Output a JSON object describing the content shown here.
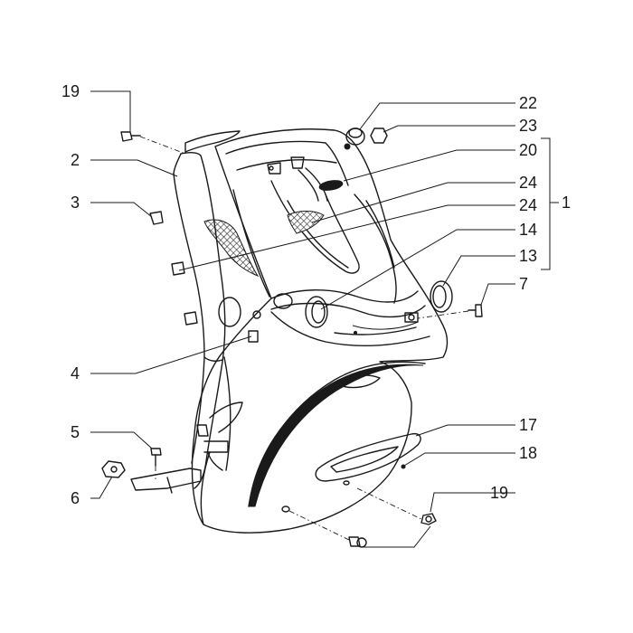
{
  "callouts": [
    {
      "id": "c19a",
      "label": "19"
    },
    {
      "id": "c2",
      "label": "2"
    },
    {
      "id": "c3",
      "label": "3"
    },
    {
      "id": "c4",
      "label": "4"
    },
    {
      "id": "c5",
      "label": "5"
    },
    {
      "id": "c6",
      "label": "6"
    },
    {
      "id": "c22",
      "label": "22"
    },
    {
      "id": "c23",
      "label": "23"
    },
    {
      "id": "c20",
      "label": "20"
    },
    {
      "id": "c24a",
      "label": "24"
    },
    {
      "id": "c24b",
      "label": "24"
    },
    {
      "id": "c14",
      "label": "14"
    },
    {
      "id": "c13",
      "label": "13"
    },
    {
      "id": "c7",
      "label": "7"
    },
    {
      "id": "c17",
      "label": "17"
    },
    {
      "id": "c18",
      "label": "18"
    },
    {
      "id": "c19b",
      "label": "19"
    },
    {
      "id": "c1",
      "label": "1"
    }
  ]
}
